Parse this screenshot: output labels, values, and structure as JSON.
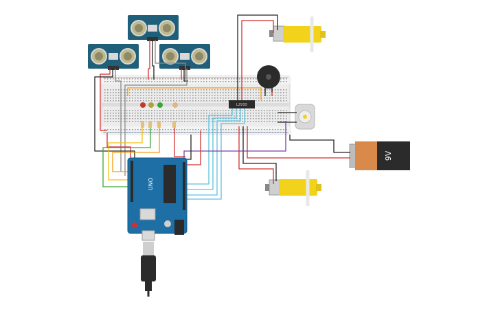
{
  "battery": {
    "label": "9V"
  },
  "driver_chip": {
    "label": "L293D"
  },
  "arduino": {
    "brand": "UNO"
  },
  "colors": {
    "board_blue": "#1d6fa5",
    "sensor_teal": "#1f5f7a",
    "motor_yellow": "#f2d21b",
    "battery_orange": "#d9894a",
    "battery_black": "#2b2b2b",
    "wire_red": "#d32f2f",
    "wire_black": "#222222",
    "wire_yellow": "#f4c20d",
    "wire_green": "#3aa53a",
    "wire_orange": "#f39c12",
    "wire_cyan": "#5bc0de",
    "wire_purple": "#7b3fa0",
    "wire_grey": "#8a8a8a",
    "breadboard": "#e9e9e9"
  }
}
